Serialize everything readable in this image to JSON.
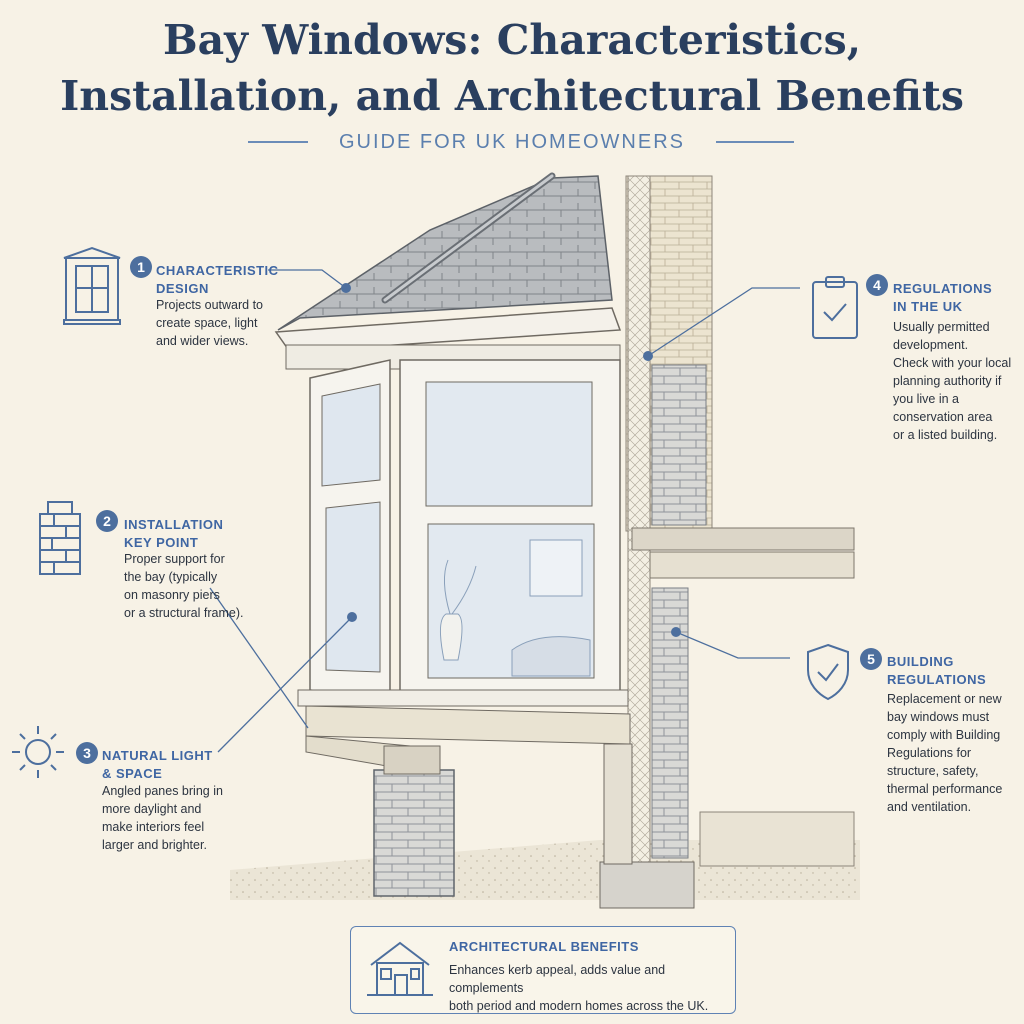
{
  "header": {
    "title_line1": "Bay Windows: Characteristics,",
    "title_line2": "Installation, and Architectural Benefits",
    "subtitle": "GUIDE FOR UK HOMEOWNERS"
  },
  "callouts": [
    {
      "number": "1",
      "title_line1": "CHARACTERISTIC",
      "title_line2": "DESIGN",
      "body": [
        "Projects outward to",
        "create space, light",
        "and wider views."
      ],
      "icon": "bay-window-icon"
    },
    {
      "number": "2",
      "title_line1": "INSTALLATION",
      "title_line2": "KEY POINT",
      "body": [
        "Proper support for",
        "the bay (typically",
        "on masonry piers",
        "or a structural frame)."
      ],
      "icon": "brick-pier-icon"
    },
    {
      "number": "3",
      "title_line1": "NATURAL LIGHT",
      "title_line2": "& SPACE",
      "body": [
        "Angled panes bring in",
        "more daylight and",
        "make interiors feel",
        "larger and brighter."
      ],
      "icon": "sun-icon"
    },
    {
      "number": "4",
      "title_line1": "REGULATIONS",
      "title_line2": "IN THE UK",
      "body": [
        "Usually permitted",
        "development.",
        "Check with your local",
        "planning authority if",
        "you live in a",
        "conservation area",
        "or a listed building."
      ],
      "icon": "clipboard-check-icon"
    },
    {
      "number": "5",
      "title_line1": "BUILDING",
      "title_line2": "REGULATIONS",
      "body": [
        "Replacement or new",
        "bay windows must",
        "comply with Building",
        "Regulations for",
        "structure, safety,",
        "thermal performance",
        "and ventilation."
      ],
      "icon": "shield-check-icon"
    }
  ],
  "benefits": {
    "title": "ARCHITECTURAL BENEFITS",
    "body_line1": "Enhances kerb appeal, adds value and complements",
    "body_line2": "both period and modern homes across the UK.",
    "icon": "house-icon"
  },
  "colors": {
    "background": "#f7f2e6",
    "title": "#2a3f5f",
    "accent": "#4d6f9e",
    "callout_title": "#3f66a3"
  }
}
